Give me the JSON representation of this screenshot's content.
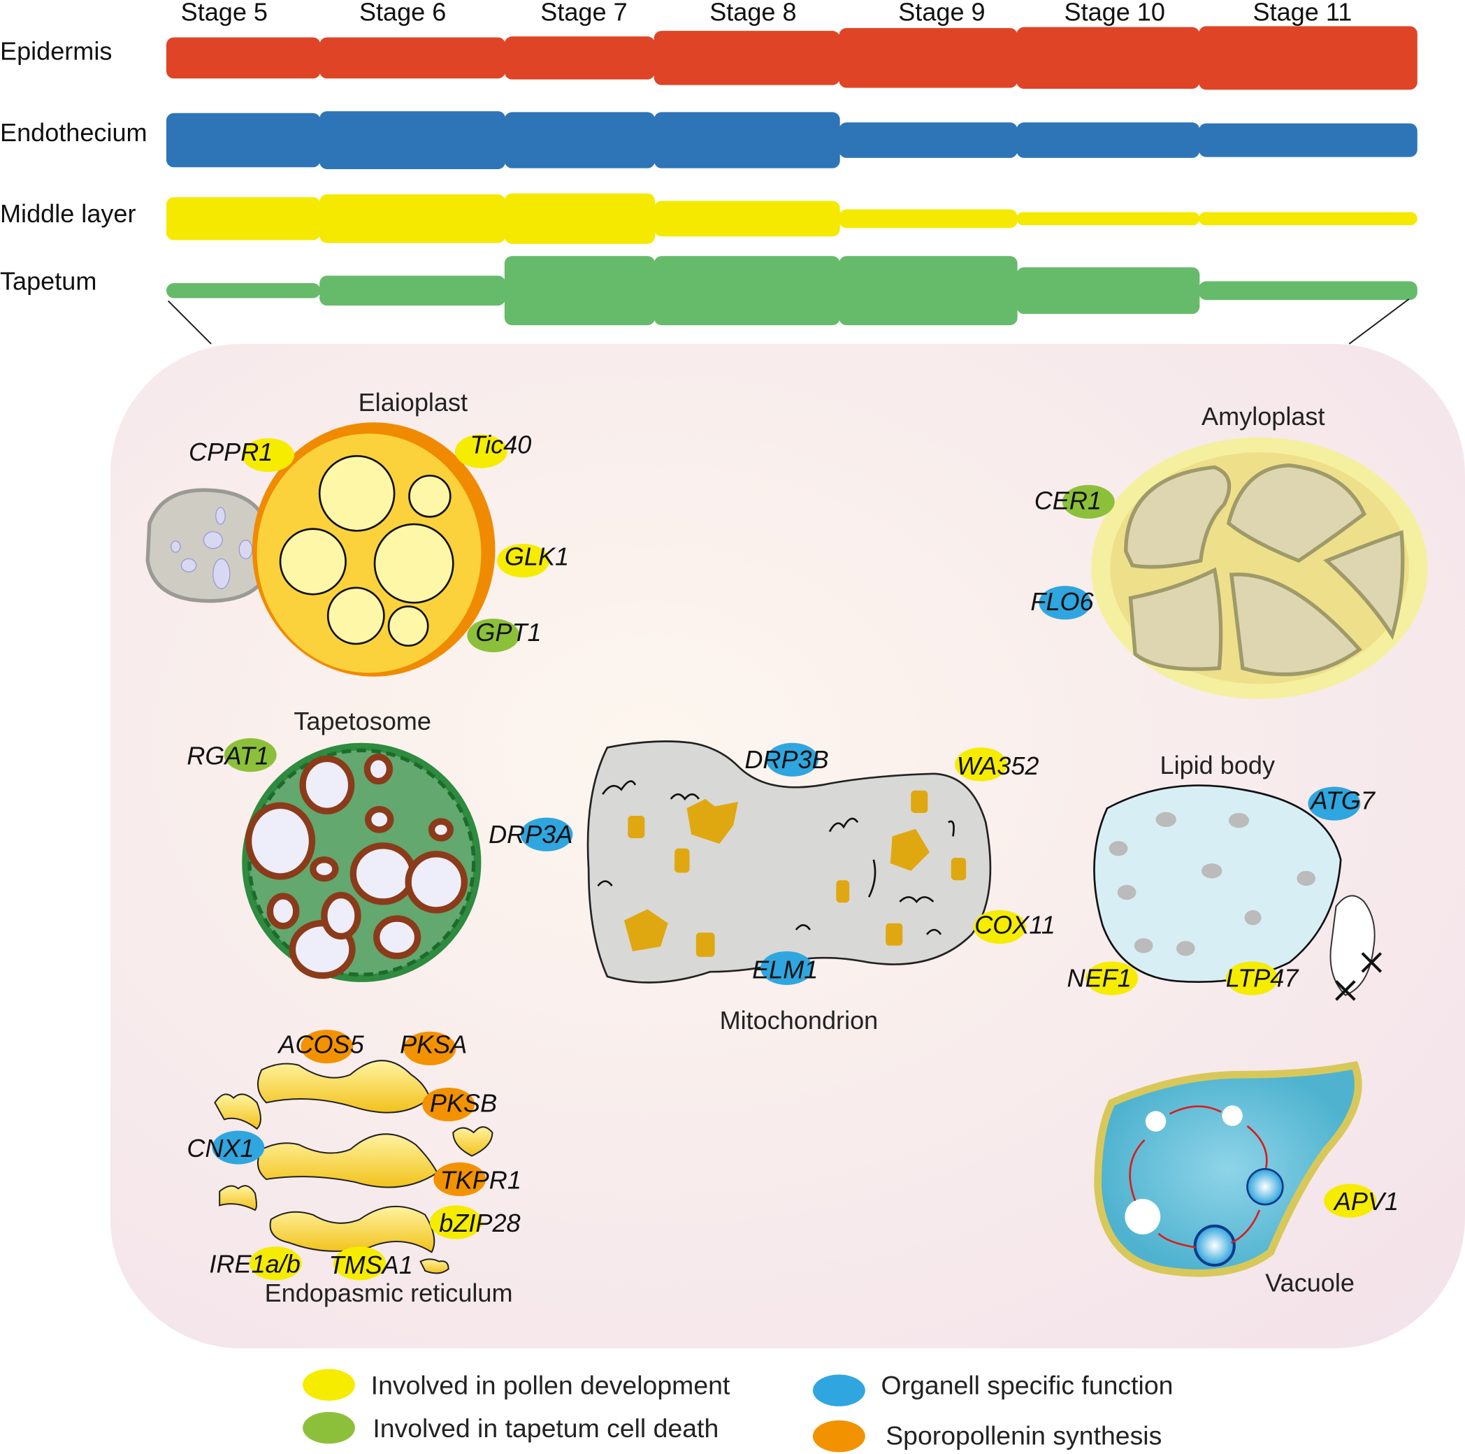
{
  "stages": [
    "Stage 5",
    "Stage 6",
    "Stage 7",
    "Stage 8",
    "Stage 9",
    "Stage 10",
    "Stage 11"
  ],
  "layers": [
    {
      "name": "Epidermis",
      "color": "#df4426",
      "thickness": [
        44,
        44,
        46,
        58,
        64,
        66,
        68
      ]
    },
    {
      "name": "Endothecium",
      "color": "#2e75b8",
      "thickness": [
        58,
        62,
        60,
        60,
        38,
        38,
        36
      ]
    },
    {
      "name": "Middle layer",
      "color": "#f5e900",
      "thickness": [
        46,
        52,
        54,
        38,
        20,
        14,
        14
      ]
    },
    {
      "name": "Tapetum",
      "color": "#66bb6a",
      "thickness": [
        16,
        32,
        74,
        74,
        74,
        50,
        20
      ]
    }
  ],
  "organelles": {
    "elaioplast": "Elaioplast",
    "amyloplast": "Amyloplast",
    "tapetosome": "Tapetosome",
    "lipid_body": "Lipid body",
    "mitochondrion": "Mitochondrion",
    "er": "Endopasmic reticulum",
    "vacuole": "Vacuole"
  },
  "category_colors": {
    "pollen": "#f5ec00",
    "death": "#8dc03a",
    "organelle": "#2fa6df",
    "sporopollenin": "#f39200"
  },
  "genes": [
    {
      "name": "CPPR1",
      "cat": "pollen"
    },
    {
      "name": "Tic40",
      "cat": "pollen"
    },
    {
      "name": "GLK1",
      "cat": "pollen"
    },
    {
      "name": "GPT1",
      "cat": "death"
    },
    {
      "name": "CER1",
      "cat": "death"
    },
    {
      "name": "FLO6",
      "cat": "organelle"
    },
    {
      "name": "RGAT1",
      "cat": "death"
    },
    {
      "name": "DRP3A",
      "cat": "organelle"
    },
    {
      "name": "DRP3B",
      "cat": "organelle"
    },
    {
      "name": "WA352",
      "cat": "pollen"
    },
    {
      "name": "ATG7",
      "cat": "organelle"
    },
    {
      "name": "COX11",
      "cat": "pollen"
    },
    {
      "name": "ELM1",
      "cat": "organelle"
    },
    {
      "name": "NEF1",
      "cat": "pollen"
    },
    {
      "name": "LTP47",
      "cat": "pollen"
    },
    {
      "name": "ACOS5",
      "cat": "sporopollenin"
    },
    {
      "name": "PKSA",
      "cat": "sporopollenin"
    },
    {
      "name": "PKSB",
      "cat": "sporopollenin"
    },
    {
      "name": "CNX1",
      "cat": "organelle"
    },
    {
      "name": "TKPR1",
      "cat": "sporopollenin"
    },
    {
      "name": "bZIP28",
      "cat": "pollen"
    },
    {
      "name": "IRE1a/b",
      "cat": "pollen"
    },
    {
      "name": "TMSA1",
      "cat": "pollen"
    },
    {
      "name": "APV1",
      "cat": "pollen"
    }
  ],
  "legend": [
    {
      "label": "Involved in pollen development",
      "cat": "pollen"
    },
    {
      "label": "Involved in tapetum cell death",
      "cat": "death"
    },
    {
      "label": "Organell specific function",
      "cat": "organelle"
    },
    {
      "label": "Sporopollenin synthesis",
      "cat": "sporopollenin"
    }
  ]
}
